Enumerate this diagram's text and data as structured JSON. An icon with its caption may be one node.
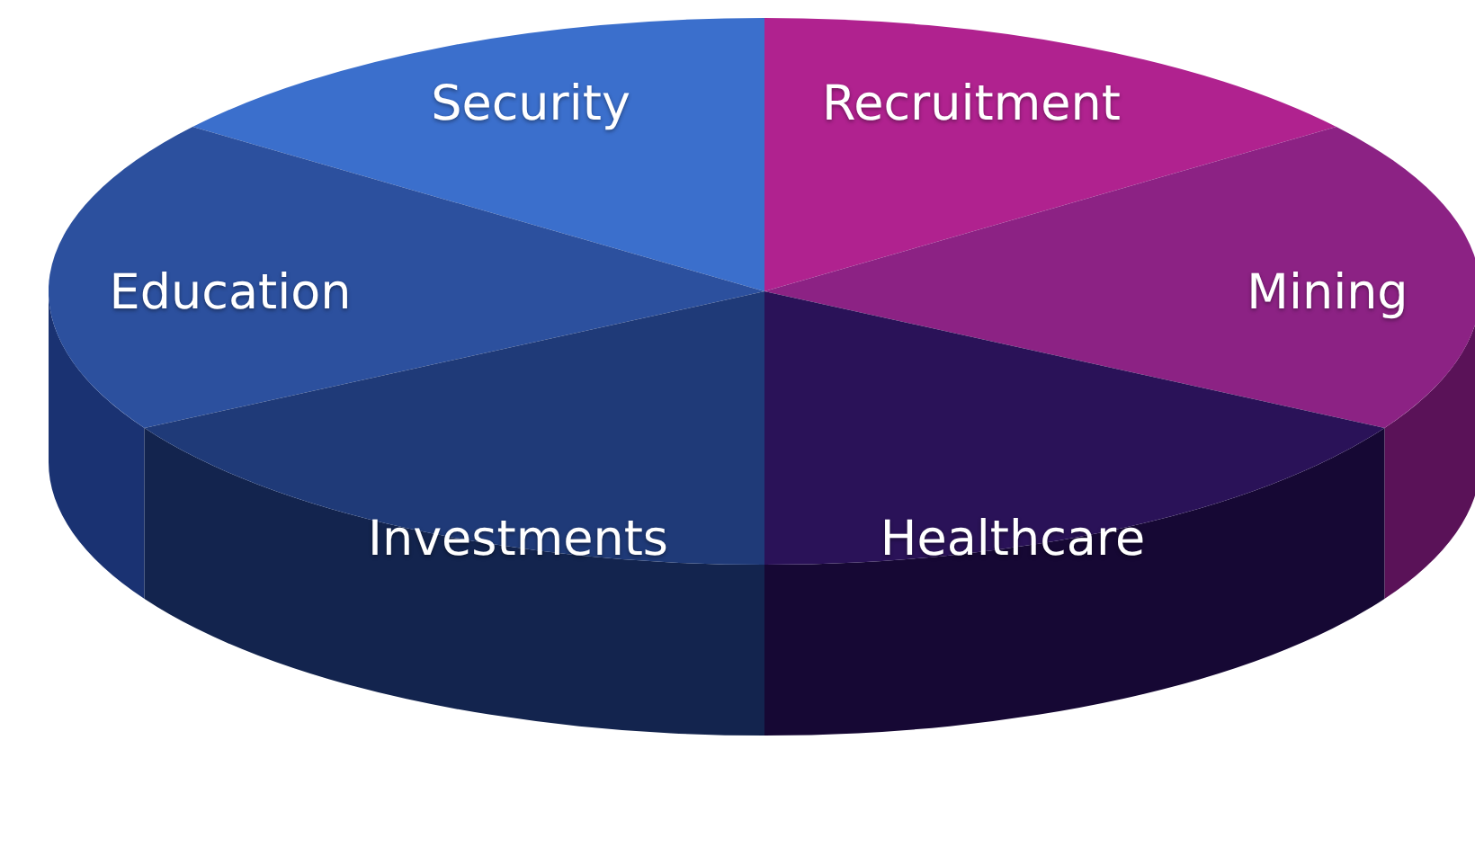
{
  "diagram": {
    "nodes": [
      {
        "text": [
          "Security"
        ]
      },
      {
        "text": [
          "Recruitment"
        ]
      },
      {
        "text": [
          "Education"
        ]
      },
      {
        "text": [
          "Mining"
        ]
      },
      {
        "text": [
          "Investments"
        ]
      },
      {
        "text": [
          "Healthcare"
        ]
      }
    ]
  }
}
